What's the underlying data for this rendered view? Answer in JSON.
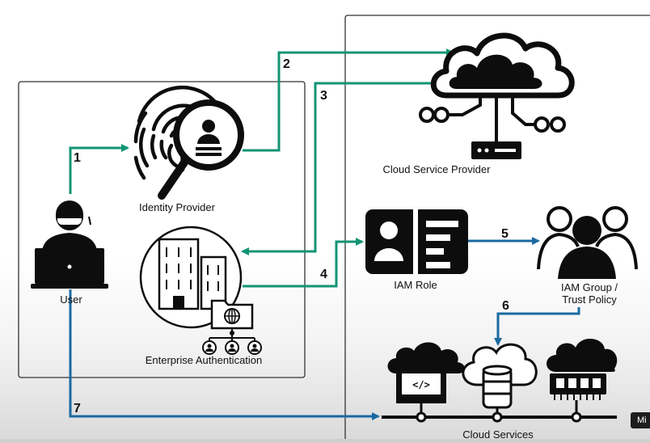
{
  "labels": {
    "identity_provider": "Identity Provider",
    "user": "User",
    "enterprise_auth": "Enterprise Authentication",
    "csp": "Cloud Service Provider",
    "iam_role": "IAM Role",
    "iam_group_line1": "IAM Group /",
    "iam_group_line2": "Trust Policy",
    "cloud_services": "Cloud Services"
  },
  "steps": [
    "1",
    "2",
    "3",
    "4",
    "5",
    "6",
    "7"
  ],
  "player": {
    "badge": "Mi",
    "progress": 0.0
  },
  "colors": {
    "green_arrow": "#119474",
    "blue_arrow": "#1a6aa0",
    "icon": "#0d0d0d",
    "box_border": "#333333"
  }
}
